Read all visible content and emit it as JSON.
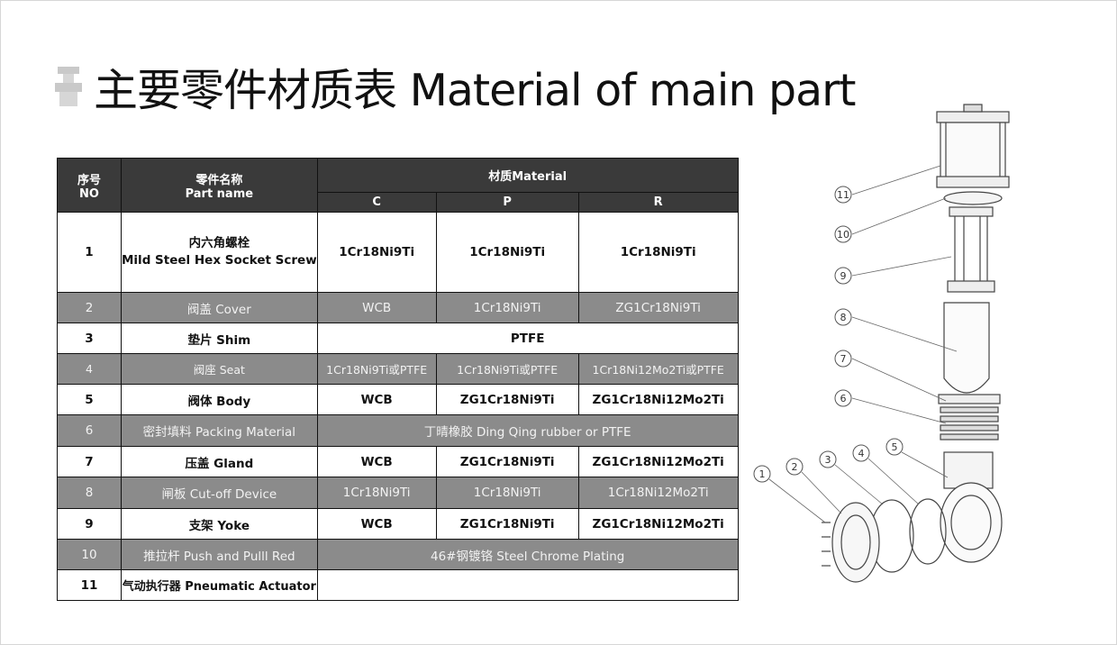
{
  "title": "主要零件材质表 Material of main part",
  "table": {
    "header": {
      "no_cn": "序号",
      "no_en": "NO",
      "name_cn": "零件名称",
      "name_en": "Part name",
      "material": "材质Material",
      "col_c": "C",
      "col_p": "P",
      "col_r": "R"
    },
    "rows": [
      {
        "no": "1",
        "name_cn": "内六角螺栓",
        "name_en": "Mild Steel Hex Socket Screw",
        "c": "1Cr18Ni9Ti",
        "p": "1Cr18Ni9Ti",
        "r": "1Cr18Ni9Ti"
      },
      {
        "no": "2",
        "name": "阀盖 Cover",
        "c": "WCB",
        "p": "1Cr18Ni9Ti",
        "r": "ZG1Cr18Ni9Ti"
      },
      {
        "no": "3",
        "name": "垫片 Shim",
        "span": "PTFE"
      },
      {
        "no": "4",
        "name": "阀座 Seat",
        "c": "1Cr18Ni9Ti或PTFE",
        "p": "1Cr18Ni9Ti或PTFE",
        "r": "1Cr18Ni12Mo2Ti或PTFE"
      },
      {
        "no": "5",
        "name": "阀体 Body",
        "c": "WCB",
        "p": "ZG1Cr18Ni9Ti",
        "r": "ZG1Cr18Ni12Mo2Ti"
      },
      {
        "no": "6",
        "name": "密封填料 Packing Material",
        "span": "丁晴橡胶 Ding Qing rubber or PTFE"
      },
      {
        "no": "7",
        "name": "压盖 Gland",
        "c": "WCB",
        "p": "ZG1Cr18Ni9Ti",
        "r": "ZG1Cr18Ni12Mo2Ti"
      },
      {
        "no": "8",
        "name": "闸板 Cut-off Device",
        "c": "1Cr18Ni9Ti",
        "p": "1Cr18Ni9Ti",
        "r": "1Cr18Ni12Mo2Ti"
      },
      {
        "no": "9",
        "name": "支架 Yoke",
        "c": "WCB",
        "p": "ZG1Cr18Ni9Ti",
        "r": "ZG1Cr18Ni12Mo2Ti"
      },
      {
        "no": "10",
        "name": "推拉杆 Push and Pulll Red",
        "span": "46#钢镀铬 Steel Chrome Plating"
      },
      {
        "no": "11",
        "name": "气动执行器 Pneumatic Actuator",
        "span": ""
      }
    ]
  },
  "drawing": {
    "callouts": [
      "11",
      "10",
      "9",
      "8",
      "7",
      "6",
      "1",
      "2",
      "3",
      "4",
      "5"
    ]
  },
  "colors": {
    "header_bg": "#3a3a3a",
    "shaded_row": "#8b8b8b",
    "text": "#111111"
  }
}
